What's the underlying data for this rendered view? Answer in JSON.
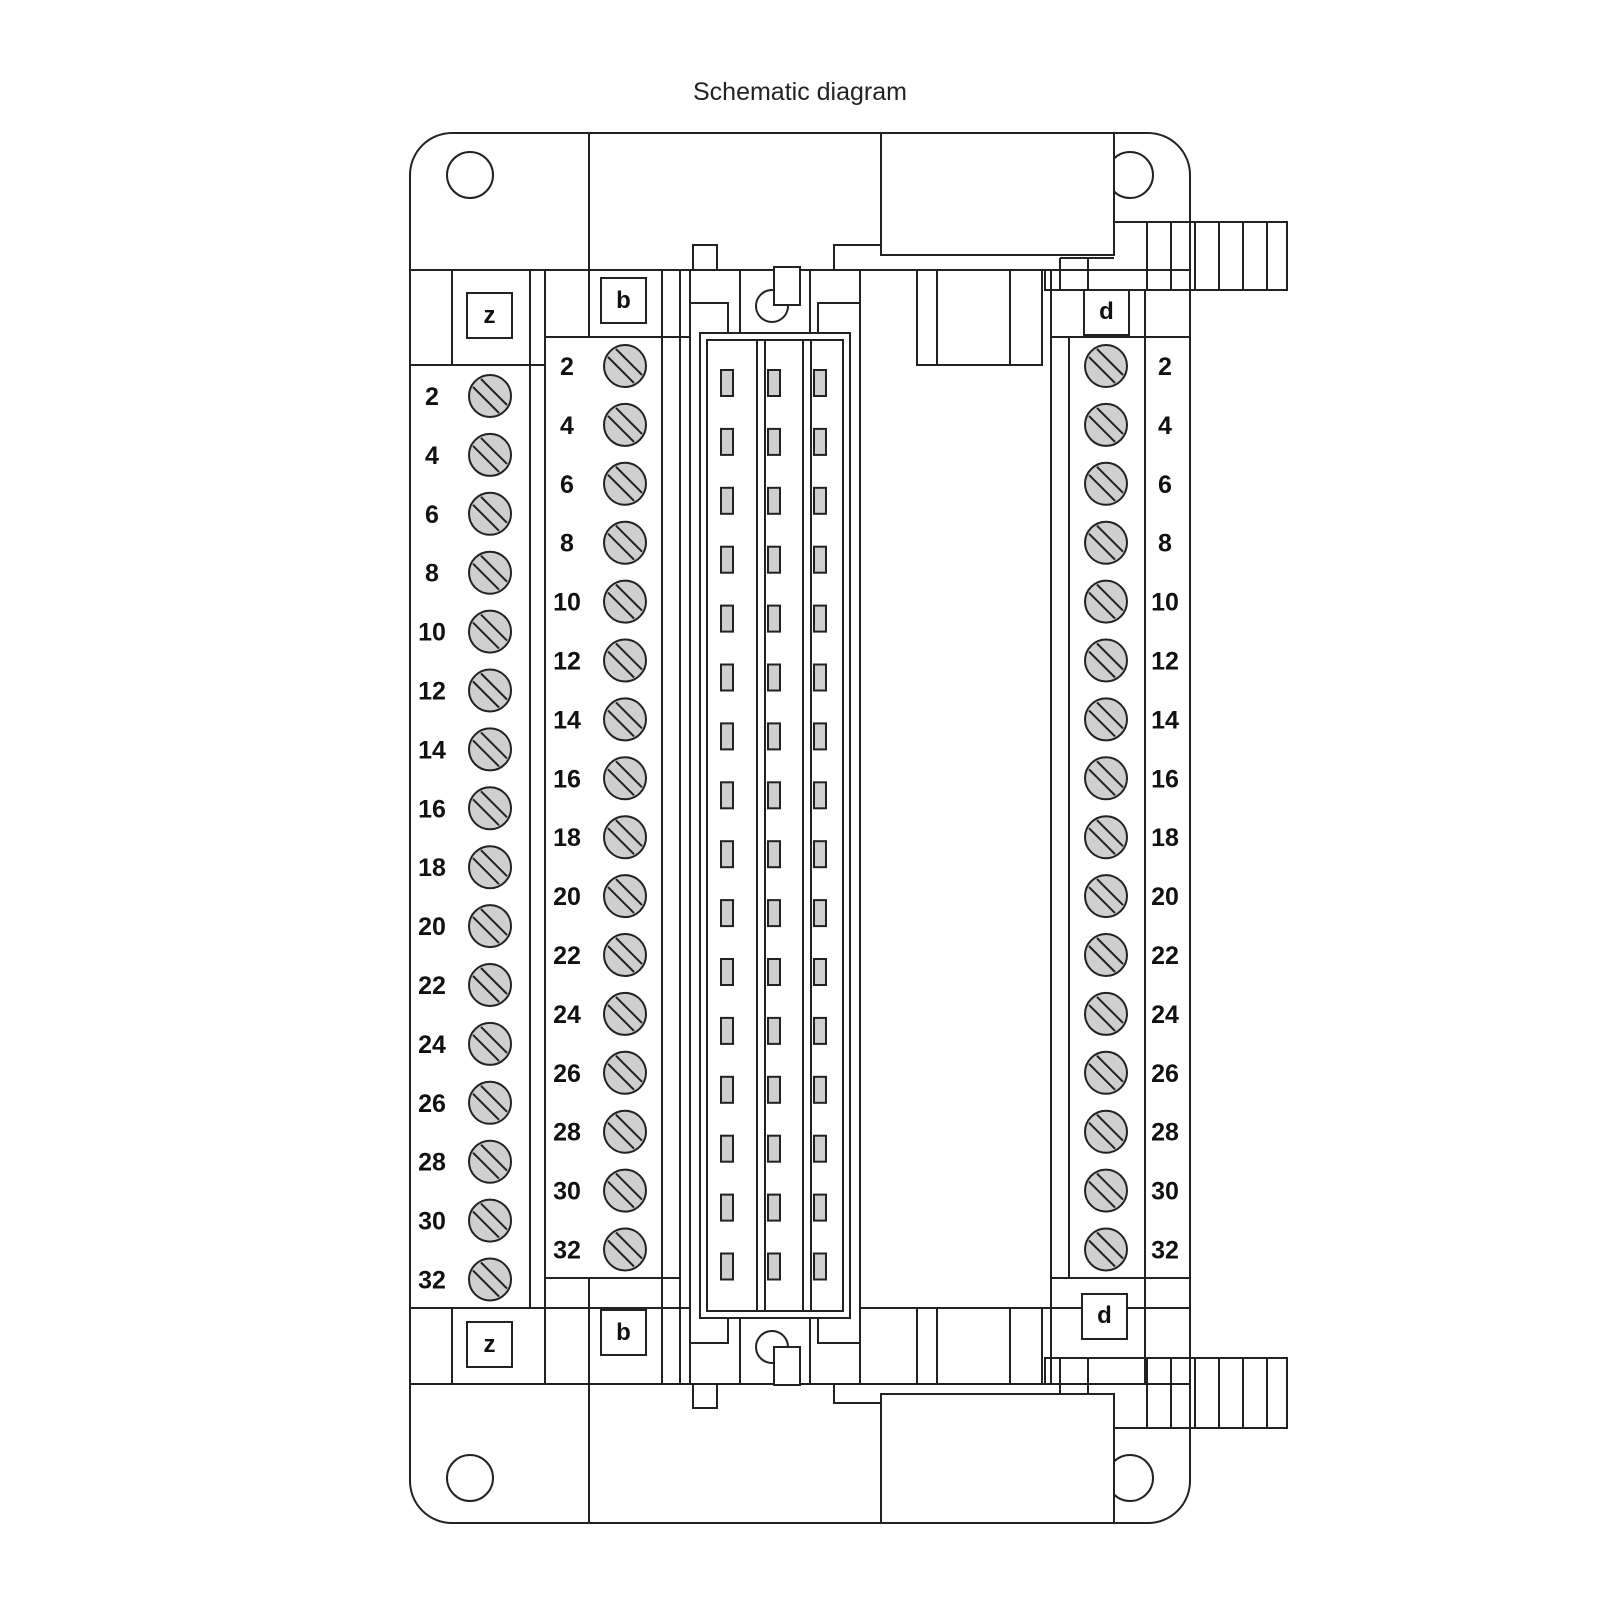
{
  "title": "Schematic diagram",
  "columns": {
    "z": {
      "label": "z",
      "terminals": [
        "2",
        "4",
        "6",
        "8",
        "10",
        "12",
        "14",
        "16",
        "18",
        "20",
        "22",
        "24",
        "26",
        "28",
        "30",
        "32"
      ]
    },
    "b": {
      "label": "b",
      "terminals": [
        "2",
        "4",
        "6",
        "8",
        "10",
        "12",
        "14",
        "16",
        "18",
        "20",
        "22",
        "24",
        "26",
        "28",
        "30",
        "32"
      ]
    },
    "d": {
      "label": "d",
      "terminals": [
        "2",
        "4",
        "6",
        "8",
        "10",
        "12",
        "14",
        "16",
        "18",
        "20",
        "22",
        "24",
        "26",
        "28",
        "30",
        "32"
      ]
    }
  },
  "connector_pin_columns": 3,
  "connector_pin_rows": 16,
  "colors": {
    "line": "#222222",
    "screw_fill": "#cfcfcf",
    "background": "#ffffff"
  }
}
